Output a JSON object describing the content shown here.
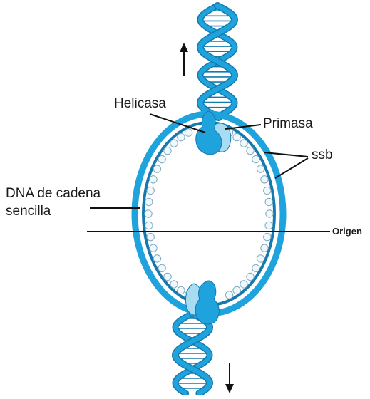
{
  "labels": {
    "helicase": "Helicasa",
    "primase": "Primasa",
    "ssb": "ssb",
    "ssdna_line1": "DNA de cadena",
    "ssdna_line2": "sencilla",
    "origin": "Origen"
  },
  "colors": {
    "dna_blue": "#1fa3dc",
    "dna_dark": "#1479ad",
    "dna_light": "#8fd2f0",
    "ssb_fill": "#eef8fd",
    "ssb_stroke": "#7fa9be",
    "primase_fill": "#a8dcf2",
    "line": "#111111"
  }
}
